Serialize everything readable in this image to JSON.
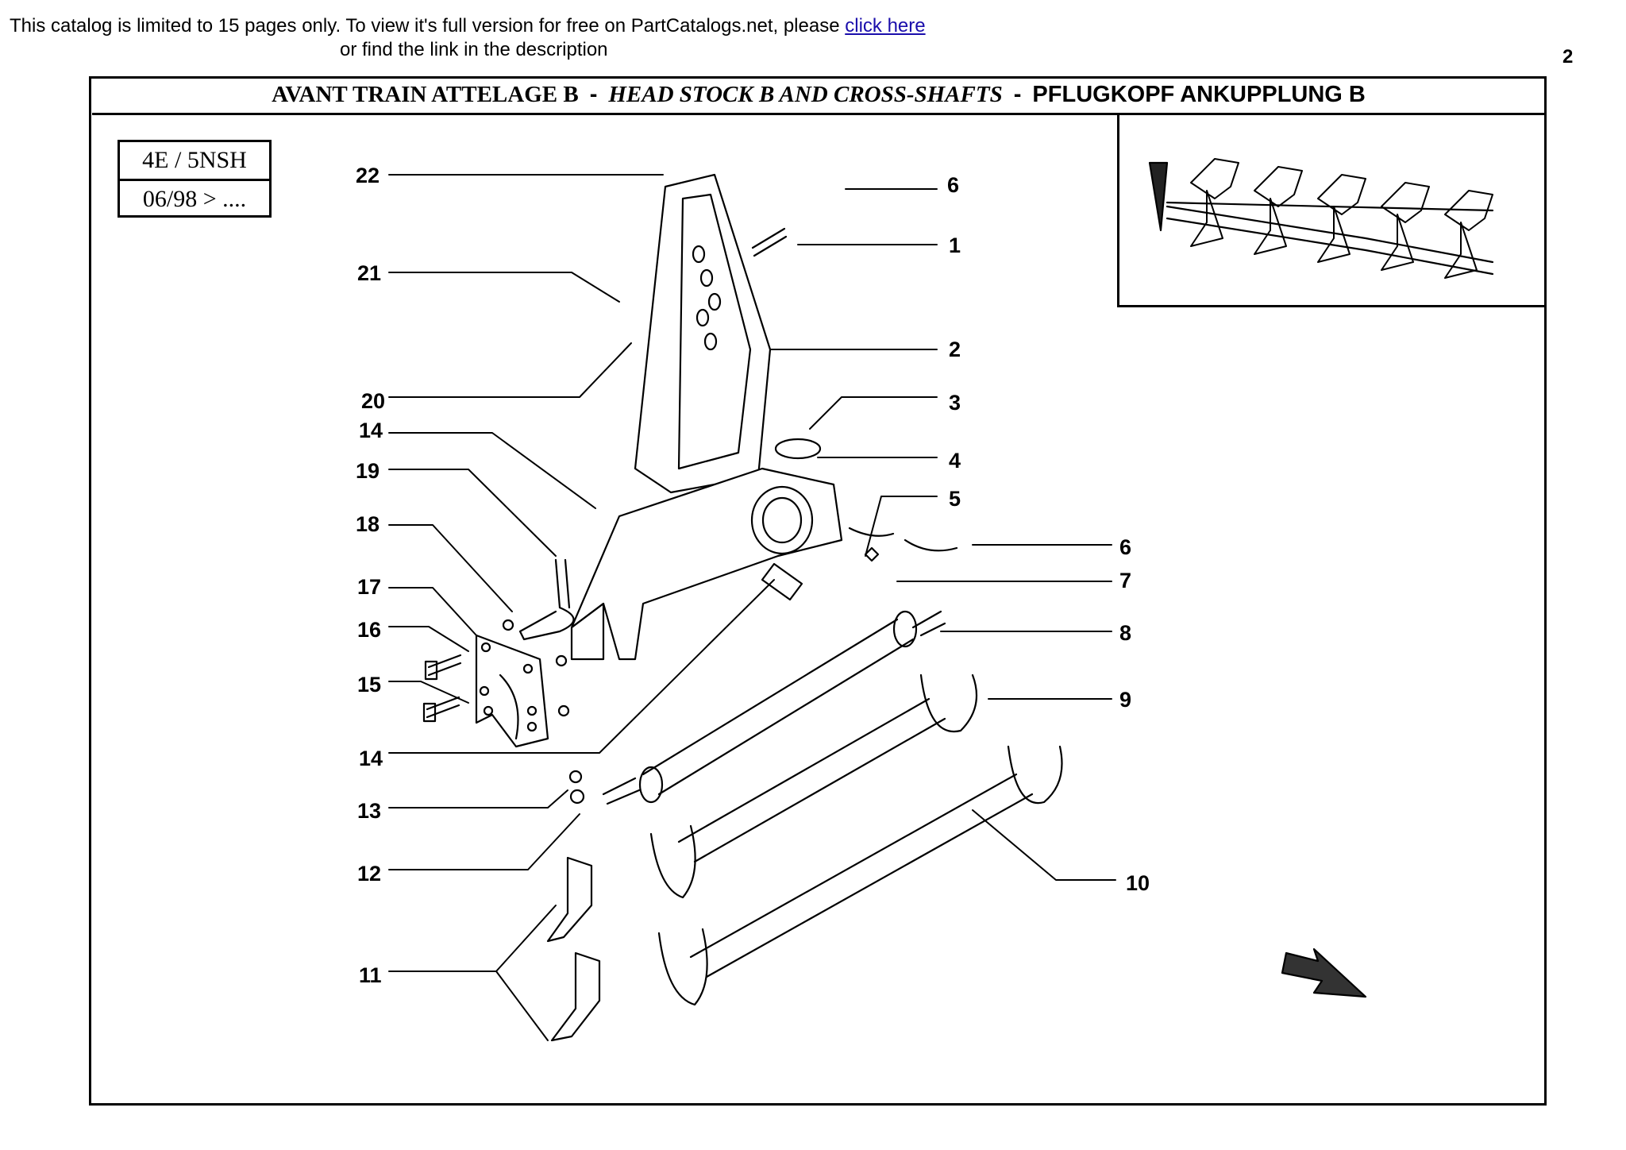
{
  "banner": {
    "text": "This catalog is limited to 15 pages only. To view it's full version for free on PartCatalogs.net, please ",
    "link": "click here",
    "line2": "or find the link in the description"
  },
  "page_number": "2",
  "title": {
    "fr": "AVANT TRAIN ATTELAGE B",
    "sep1": "-",
    "en": "HEAD STOCK B AND CROSS-SHAFTS",
    "sep2": "-",
    "de": "PFLUGKOPF ANKUPPLUNG B"
  },
  "model": {
    "code": "4E / 5NSH",
    "date": "06/98 > ...."
  },
  "callouts": [
    "22",
    "6",
    "1",
    "21",
    "2",
    "20",
    "3",
    "14",
    "4",
    "19",
    "5",
    "18",
    "6",
    "7",
    "17",
    "8",
    "16",
    "15",
    "9",
    "14",
    "13",
    "12",
    "10",
    "11"
  ]
}
